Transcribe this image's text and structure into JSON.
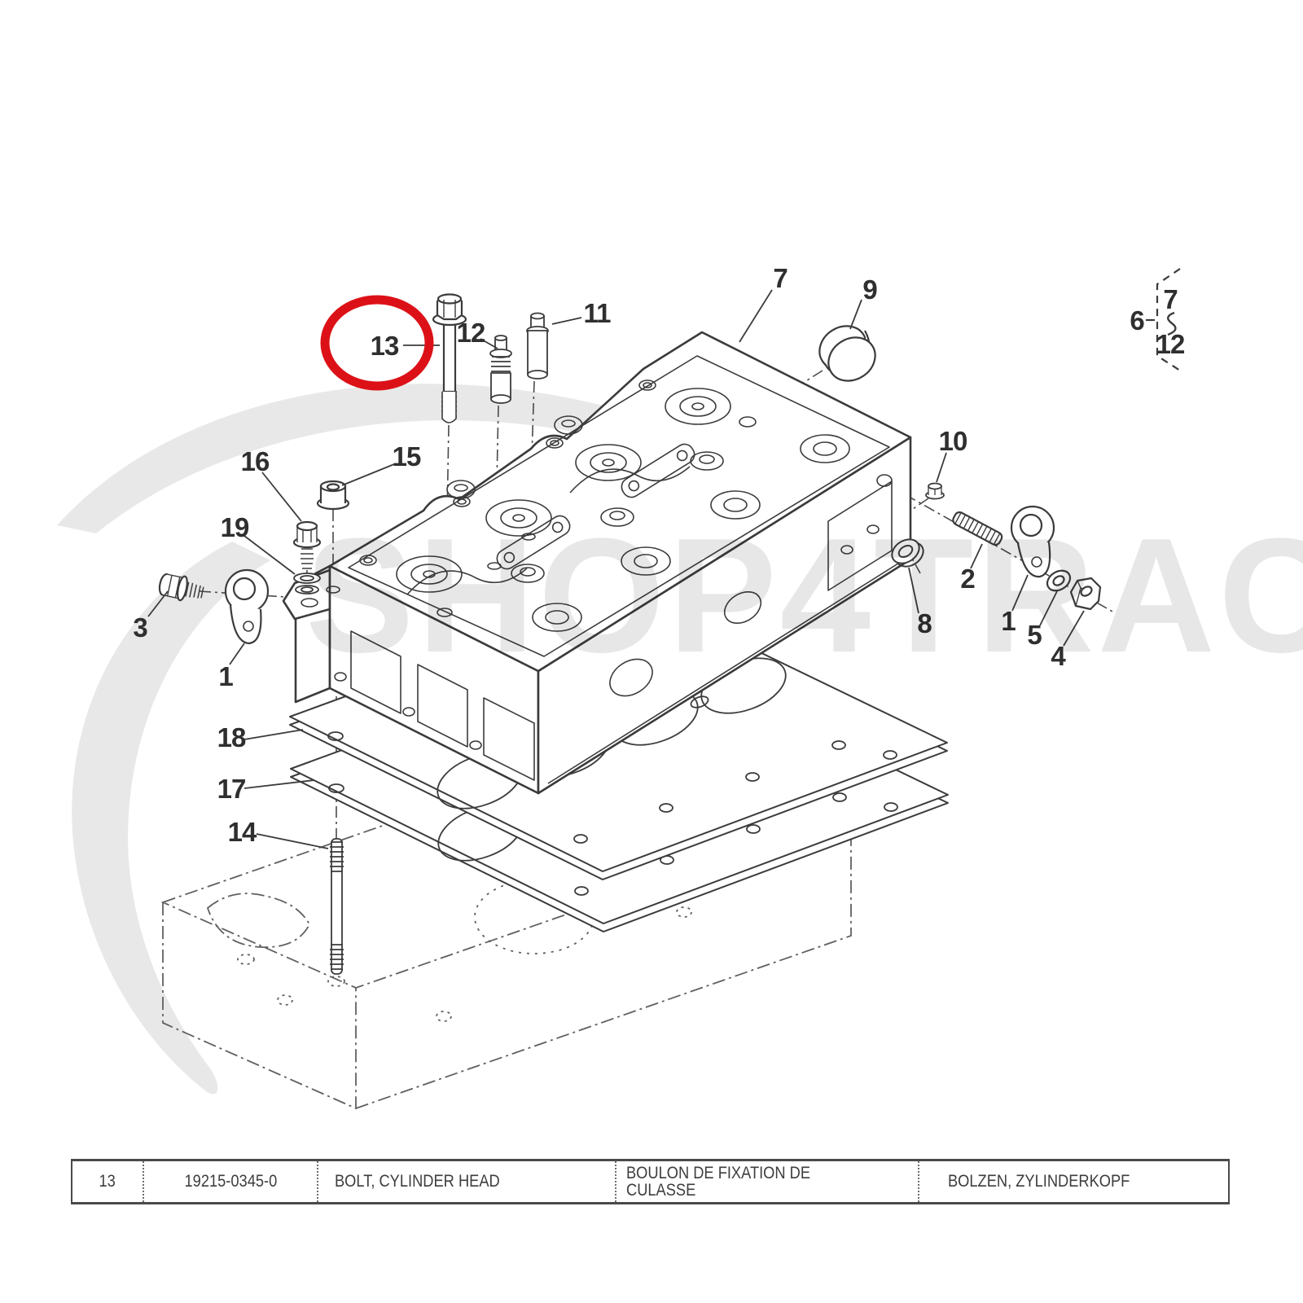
{
  "watermark": {
    "text": "SHOP4TRAC",
    "color": "#e7e7e7"
  },
  "highlight": {
    "shape": "ellipse",
    "color": "#dc1117",
    "around_callout": "13"
  },
  "diagram": {
    "title_hint": "cylinder head exploded view",
    "line_color": "#3b3b3b",
    "callouts": {
      "c1_left": "1",
      "c1_right": "1",
      "c2": "2",
      "c3": "3",
      "c4": "4",
      "c5": "5",
      "c6": "6",
      "c7": "7",
      "c8": "8",
      "c9": "9",
      "c10": "10",
      "c11": "11",
      "c12": "12",
      "c13": "13",
      "c14": "14",
      "c15": "15",
      "c16": "16",
      "c17": "17",
      "c18": "18",
      "c19": "19"
    },
    "assembly_bracket": {
      "label": "6",
      "range_top": "7",
      "range_bottom": "12"
    }
  },
  "table": {
    "rows": [
      {
        "ref": "13",
        "part_number": "19215-0345-0",
        "desc_en": "BOLT, CYLINDER HEAD",
        "desc_fr": "BOULON DE FIXATION DE CULASSE",
        "desc_de": "BOLZEN, ZYLINDERKOPF"
      }
    ]
  }
}
